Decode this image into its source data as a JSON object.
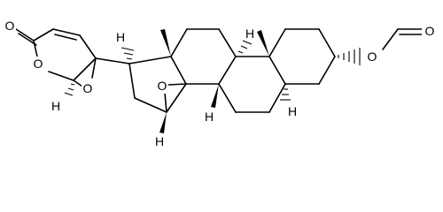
{
  "molecule": {
    "atom_labels": {
      "lactone_carbonyl_o": "O",
      "lactone_ring_o": "O",
      "epoxide_a_o": "O",
      "epoxide_b_o": "O",
      "formate_ester_o": "O",
      "formate_carbonyl_o": "O",
      "h_lactone": "H",
      "h_c17": "H",
      "h_c9": "H",
      "h_c5": "H",
      "h_c8": "H",
      "h_c15": "H"
    }
  }
}
